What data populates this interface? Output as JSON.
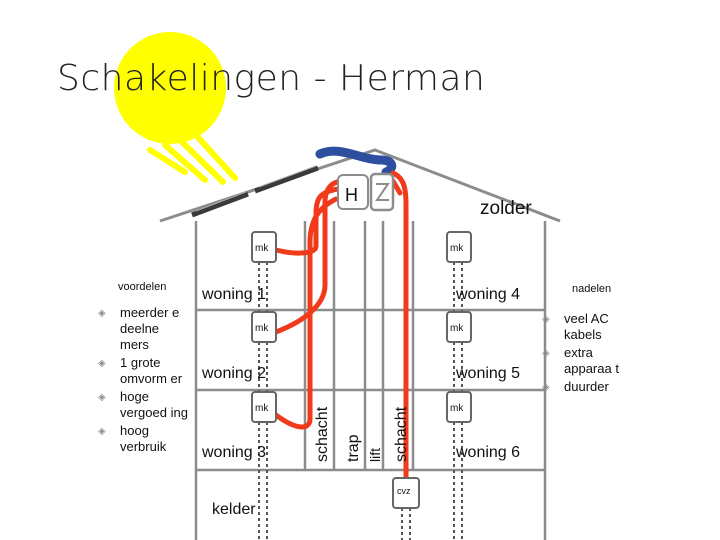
{
  "title": "Schakelingen - Herman",
  "diagram": {
    "attic_label": "zolder",
    "heat_pump_label": "H",
    "mk_label": "mk",
    "cvz_label": "cvz",
    "basement_label": "kelder",
    "dwellings": [
      "woning 1",
      "woning 2",
      "woning 3",
      "woning 4",
      "woning 5",
      "woning 6"
    ],
    "shaft_left_label": "schacht",
    "stairs_label": "trap",
    "lift_label": "lift",
    "shaft_right_label": "schacht"
  },
  "voordelen": {
    "heading": "voordelen",
    "items": [
      "meerder e deelne mers",
      "1 grote omvorm er",
      "hoge vergoed ing",
      "hoog verbruik"
    ]
  },
  "nadelen": {
    "heading": "nadelen",
    "items": [
      "veel AC kabels",
      "extra apparaa t",
      "duurder"
    ]
  },
  "colors": {
    "pipe": "#f03a1a",
    "solar_panel": "#3a3a3a",
    "sun": "#ffff00",
    "wiring": "#2e4fa0"
  },
  "icons": {
    "bullet": "diamond-bullet-icon"
  }
}
